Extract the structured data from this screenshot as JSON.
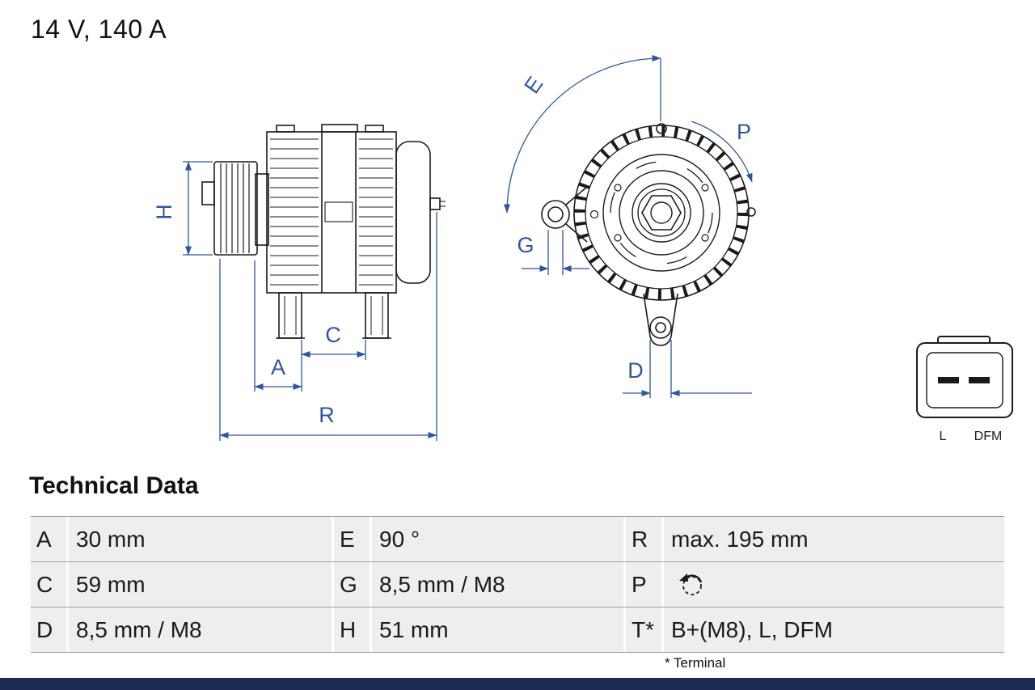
{
  "header": {
    "title": "14 V, 140 A"
  },
  "diagram": {
    "dimension_labels": {
      "h": "H",
      "a": "A",
      "c": "C",
      "r": "R",
      "e": "E",
      "g": "G",
      "p": "P",
      "d": "D"
    },
    "connector": {
      "pin_left": "L",
      "pin_right": "DFM"
    }
  },
  "technical_data": {
    "heading": "Technical Data",
    "footnote": "* Terminal",
    "rows": [
      {
        "cols": [
          {
            "key": "A",
            "value": "30 mm"
          },
          {
            "key": "E",
            "value": "90 °"
          },
          {
            "key": "R",
            "value": "max. 195 mm"
          }
        ]
      },
      {
        "cols": [
          {
            "key": "C",
            "value": "59 mm"
          },
          {
            "key": "G",
            "value": "8,5 mm / M8"
          },
          {
            "key": "P",
            "value": ""
          }
        ]
      },
      {
        "cols": [
          {
            "key": "D",
            "value": "8,5 mm / M8"
          },
          {
            "key": "H",
            "value": "51 mm"
          },
          {
            "key": "T*",
            "value": "B+(M8), L, DFM"
          }
        ]
      }
    ]
  },
  "colors": {
    "dimension_blue": "#2e55a4",
    "drawing_black": "#1a1a1a",
    "table_cell_gray": "#eeeeee",
    "footer_navy": "#1d2b52"
  }
}
